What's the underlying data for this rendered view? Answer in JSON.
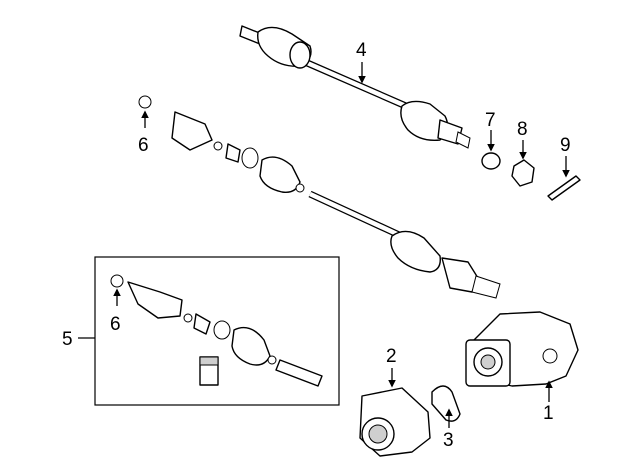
{
  "diagram": {
    "callouts": [
      {
        "id": "c1",
        "label": "1"
      },
      {
        "id": "c2",
        "label": "2"
      },
      {
        "id": "c3",
        "label": "3"
      },
      {
        "id": "c4",
        "label": "4"
      },
      {
        "id": "c5",
        "label": "5"
      },
      {
        "id": "c6a",
        "label": "6"
      },
      {
        "id": "c6b",
        "label": "6"
      },
      {
        "id": "c7",
        "label": "7"
      },
      {
        "id": "c8",
        "label": "8"
      },
      {
        "id": "c9",
        "label": "9"
      }
    ]
  },
  "colors": {
    "line": "#000000",
    "background": "#ffffff",
    "shade": "#cfcfcf"
  }
}
